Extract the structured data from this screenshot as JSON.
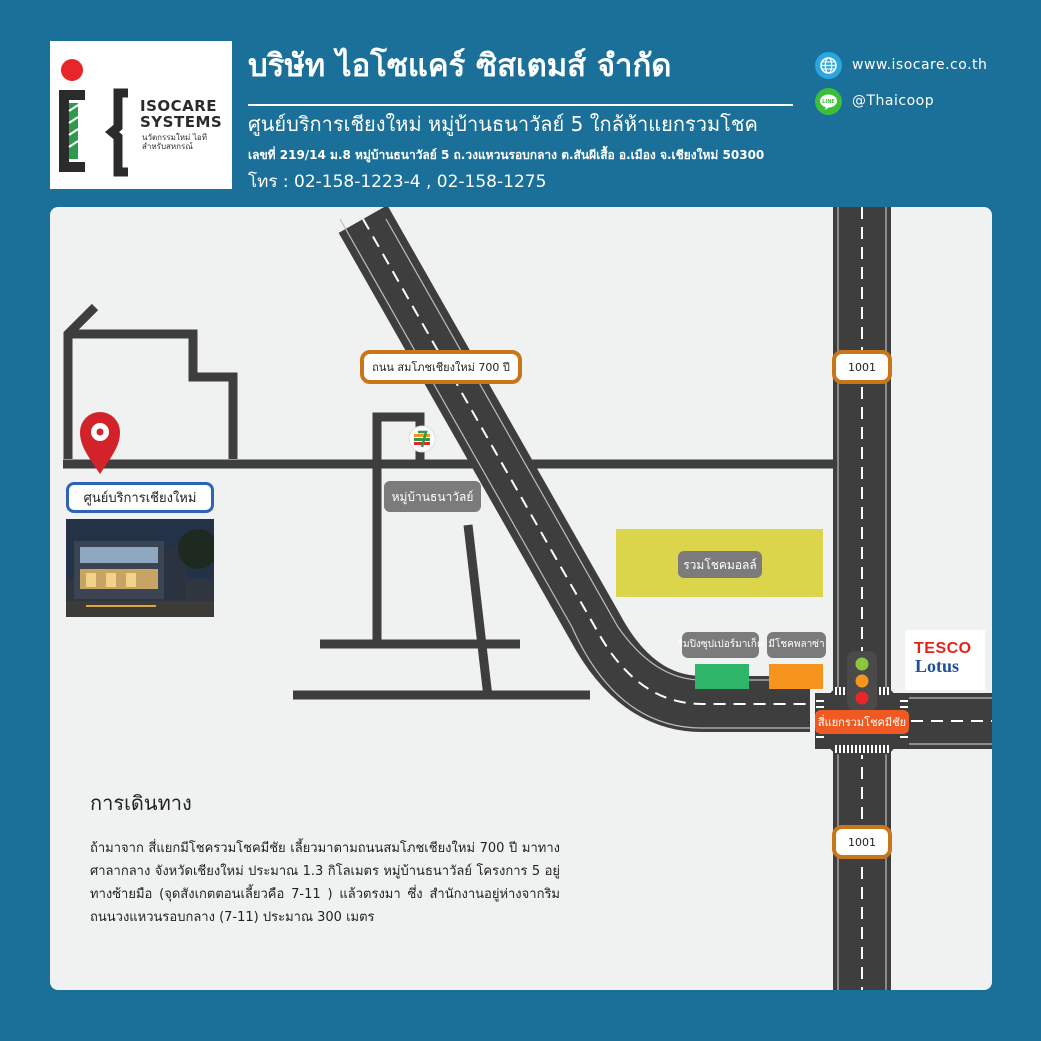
{
  "header": {
    "logo_name_line1": "ISOCARE",
    "logo_name_line2": "SYSTEMS",
    "logo_tagline": "นวัตกรรมใหม่ ไอที สำหรับสหกรณ์",
    "company_name": "บริษัท ไอโซแคร์ ซิสเตมส์ จำกัด",
    "branch_title": "ศูนย์บริการเชียงใหม่ หมู่บ้านธนาวัลย์ 5 ใกล้ห้าแยกรวมโชค",
    "address": "เลขที่ 219/14 ม.8 หมู่บ้านธนาวัลย์ 5 ถ.วงแหวนรอบกลาง ต.สันผีเสื้อ อ.เมือง จ.เชียงใหม่ 50300",
    "phone": "โทร : 02-158-1223-4 , 02-158-1275"
  },
  "contacts": {
    "website": "www.isocare.co.th",
    "line": "@Thaicoop",
    "line_icon_text": "LINE"
  },
  "map": {
    "road_label_main": "ถนน สมโภชเชียงใหม่ 700 ปี",
    "road_label_1001_top": "1001",
    "road_label_1001_bottom": "1001",
    "village_label": "หมู่บ้านธนาวัลย์",
    "service_center_label": "ศูนย์บริการเชียงใหม่",
    "mall_label": "รวมโชคมอลล์",
    "supermarket_label": "ริมปิงซุปเปอร์มาเก็ต",
    "plaza_label": "มีโชคพลาซ่า",
    "intersection_label": "สี่แยกรวมโชคมีชัย",
    "tesco_line1": "TESCO",
    "tesco_line2": "Lotus",
    "colors": {
      "road": "#3e3e3e",
      "pin": "#d3232a",
      "mall": "#dad54b",
      "supermarket": "#2fb56a",
      "plaza": "#f7941d"
    }
  },
  "directions": {
    "title": "การเดินทาง",
    "body": "ถ้ามาจาก สี่แยกมีโชครวมโชคมีชัย เลี้ยวมาตามถนนสมโภชเชียงใหม่ 700 ปี มาทางศาลากลาง จังหวัดเชียงใหม่ ประมาณ 1.3 กิโลเมตร หมู่บ้านธนาวัลย์ โครงการ 5 อยู่ทางซ้ายมือ (จุดสังเกตตอนเลี้ยวคือ 7-11 ) แล้วตรงมา ซึ่ง สำนักงานอยู่ห่างจากริมถนนวงแหวนรอบกลาง (7-11) ประมาณ 300 เมตร"
  }
}
